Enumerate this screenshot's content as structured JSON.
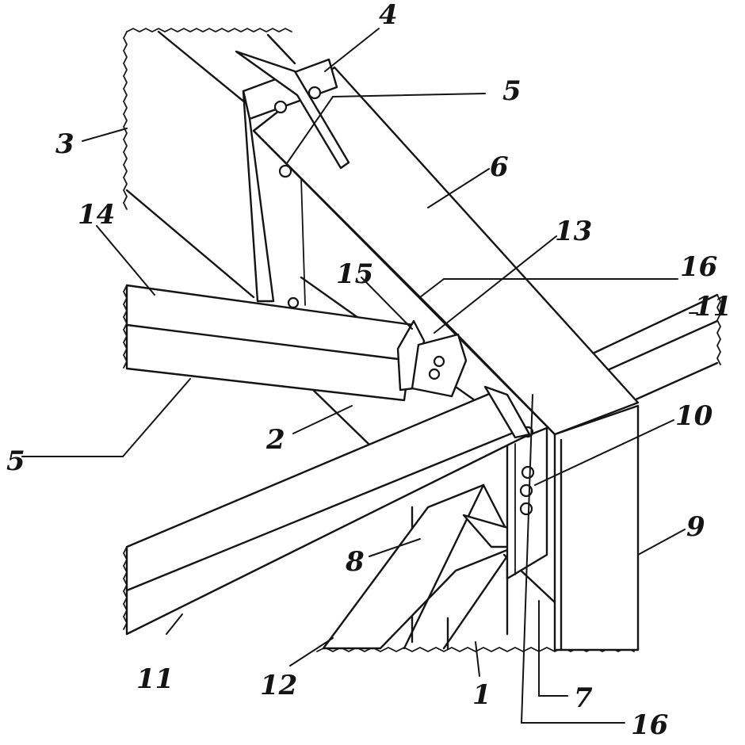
{
  "drawing": {
    "stroke_color": "#141414",
    "background": "#ffffff",
    "labels": {
      "l1": "1",
      "l2": "2",
      "l3": "3",
      "l4": "4",
      "l5a": "5",
      "l5b": "5",
      "l6": "6",
      "l7": "7",
      "l8": "8",
      "l9": "9",
      "l10": "10",
      "l11a": "11",
      "l11b": "11",
      "l12": "12",
      "l13": "13",
      "l14": "14",
      "l15": "15",
      "l16a": "16",
      "l16b": "16"
    }
  }
}
